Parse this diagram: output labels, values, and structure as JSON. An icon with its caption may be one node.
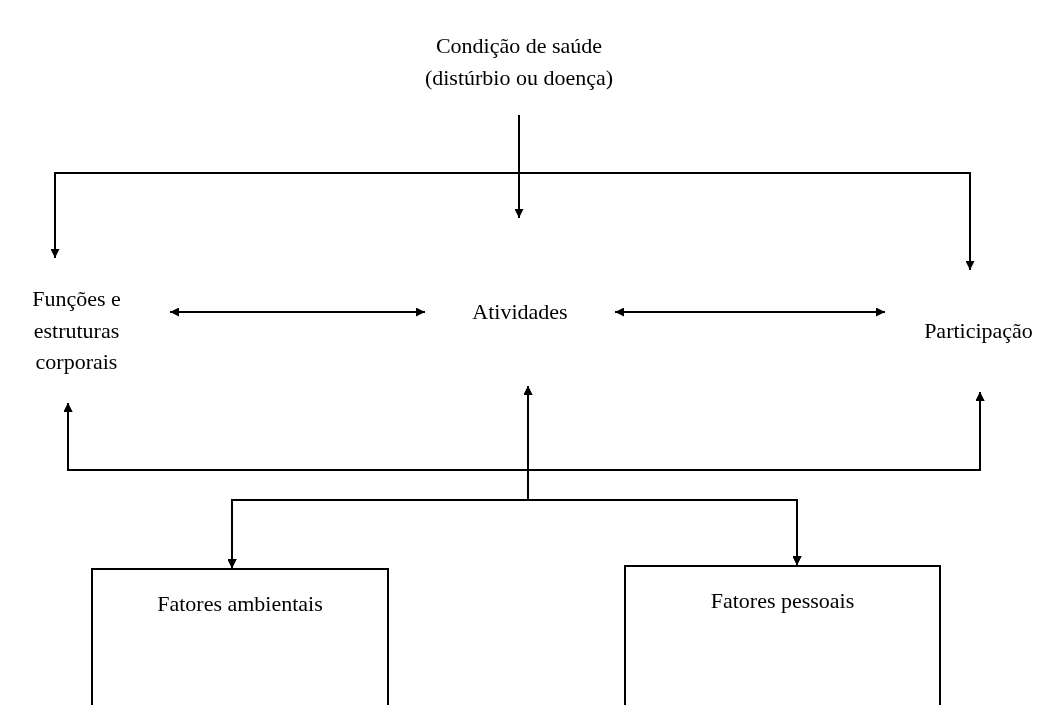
{
  "diagram": {
    "nodes": [
      {
        "text": [
          "Condição de saúde (distúrbio ou doença)"
        ]
      },
      {
        "text": [
          "Funções e estruturas corporais"
        ]
      },
      {
        "text": [
          "Atividades"
        ]
      },
      {
        "text": [
          "Participação"
        ]
      },
      {
        "text": [
          "Fatores ambientais"
        ]
      },
      {
        "text": [
          "Fatores pessoais"
        ]
      }
    ],
    "edges": [
      {
        "from": 0,
        "to": 1,
        "arrow": "to"
      },
      {
        "from": 0,
        "to": 2,
        "arrow": "to"
      },
      {
        "from": 0,
        "to": 3,
        "arrow": "to"
      },
      {
        "from": 1,
        "to": 2,
        "arrow": "both"
      },
      {
        "from": 2,
        "to": 3,
        "arrow": "both"
      },
      {
        "from": 4,
        "to": 1,
        "arrow": "both"
      },
      {
        "from": 4,
        "to": 2,
        "arrow": "both"
      },
      {
        "from": 4,
        "to": 3,
        "arrow": "both"
      },
      {
        "from": 5,
        "to": 1,
        "arrow": "both"
      },
      {
        "from": 5,
        "to": 2,
        "arrow": "both"
      },
      {
        "from": 5,
        "to": 3,
        "arrow": "both"
      }
    ]
  }
}
